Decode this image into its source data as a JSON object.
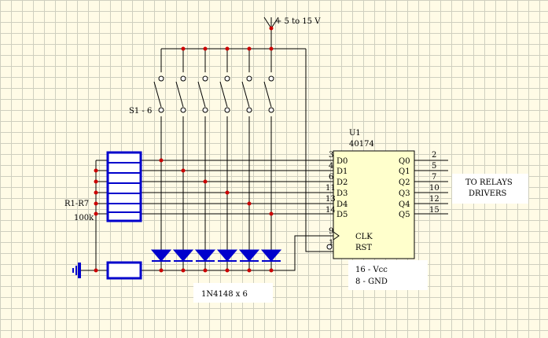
{
  "supply_label": "+ 5 to 15 V",
  "switch_label": "S1 - 6",
  "resistor_label_1": "R1-R7",
  "resistor_label_2": "100k",
  "ic": {
    "ref": "U1",
    "part": "40174",
    "inputs": [
      {
        "name": "D0",
        "pin": "3"
      },
      {
        "name": "D1",
        "pin": "4"
      },
      {
        "name": "D2",
        "pin": "6"
      },
      {
        "name": "D3",
        "pin": "11"
      },
      {
        "name": "D4",
        "pin": "13"
      },
      {
        "name": "D5",
        "pin": "14"
      }
    ],
    "outputs": [
      {
        "name": "Q0",
        "pin": "2"
      },
      {
        "name": "Q1",
        "pin": "5"
      },
      {
        "name": "Q2",
        "pin": "7"
      },
      {
        "name": "Q3",
        "pin": "10"
      },
      {
        "name": "Q4",
        "pin": "12"
      },
      {
        "name": "Q5",
        "pin": "15"
      }
    ],
    "clk_name": "CLK",
    "clk_pin": "9",
    "rst_name": "RST",
    "rst_pin": "1"
  },
  "relay_label_1": "TO RELAYS",
  "relay_label_2": "DRIVERS",
  "power_note_1": "16 - Vcc",
  "power_note_2": "8 - GND",
  "diode_label": "1N4148 x 6",
  "colors": {
    "wire": "#000000",
    "component": "#0000cc",
    "node": "#cc0000",
    "ic_fill": "#ffffcc",
    "grid": "#cfcfbf",
    "background": "#fffbe6"
  }
}
